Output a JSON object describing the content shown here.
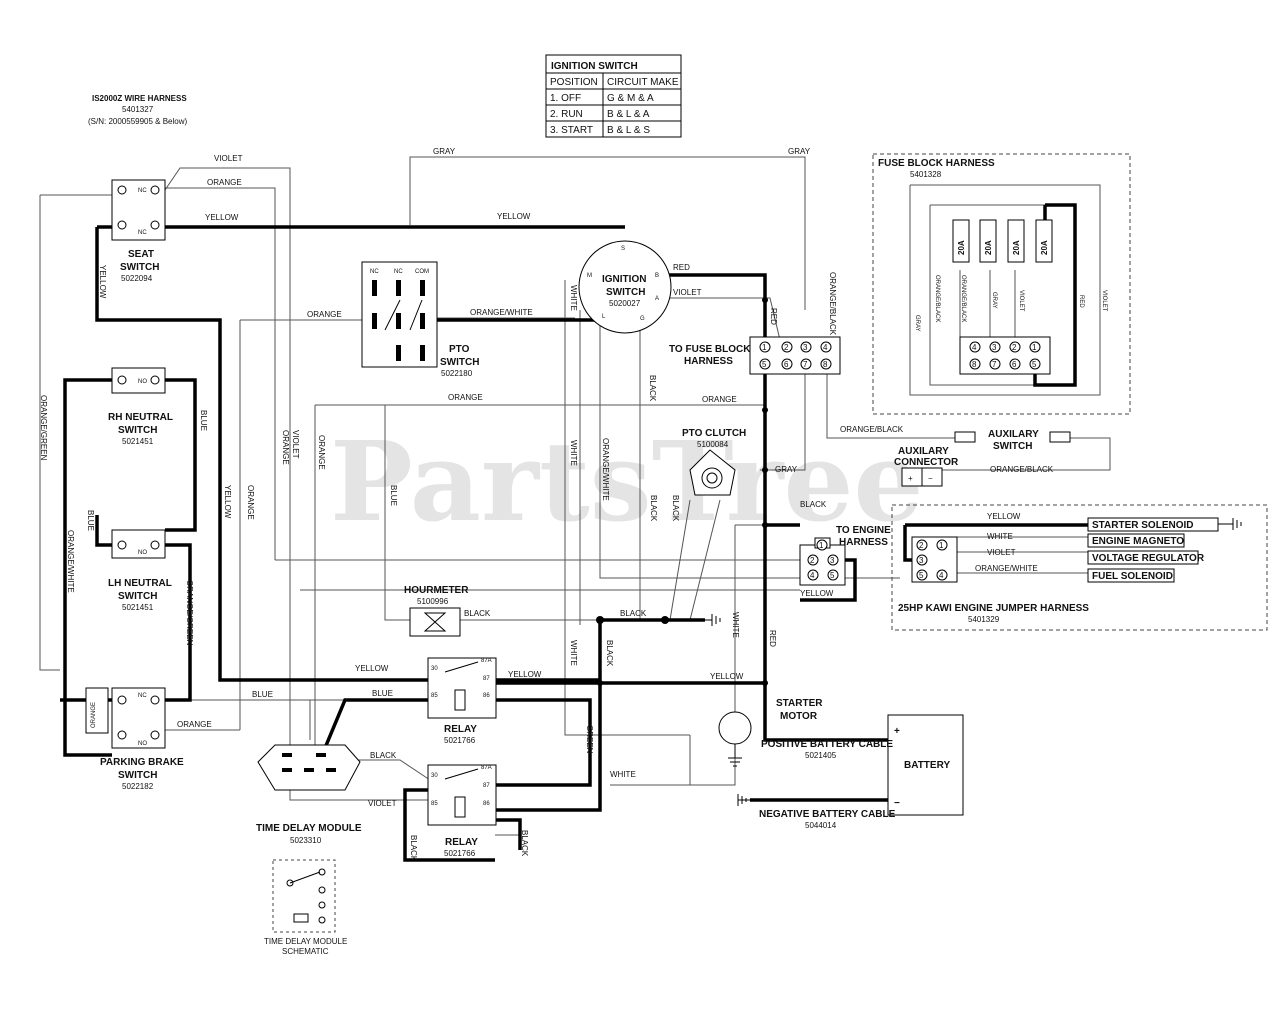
{
  "watermark": "PartsTree",
  "ignition_table": {
    "title": "IGNITION SWITCH",
    "col1": "POSITION",
    "col2": "CIRCUIT MAKE",
    "rows": [
      {
        "pos": "1. OFF",
        "make": "G & M & A"
      },
      {
        "pos": "2. RUN",
        "make": "B & L & A"
      },
      {
        "pos": "3. START",
        "make": "B & L & S"
      }
    ]
  },
  "harness_header": {
    "title": "IS2000Z WIRE HARNESS",
    "part": "5401327",
    "sn": "(S/N: 2000559905 & Below)"
  },
  "components": {
    "seat_switch": {
      "line1": "SEAT",
      "line2": "SWITCH",
      "part": "5022094",
      "nc": "NC"
    },
    "rh_neutral": {
      "line1": "RH NEUTRAL",
      "line2": "SWITCH",
      "part": "5021451",
      "no": "NO"
    },
    "lh_neutral": {
      "line1": "LH NEUTRAL",
      "line2": "SWITCH",
      "part": "5021451",
      "no": "NO"
    },
    "parking_brake": {
      "line1": "PARKING BRAKE",
      "line2": "SWITCH",
      "part": "5022182",
      "nc": "NC",
      "no": "NO",
      "orange": "ORANGE"
    },
    "pto_switch": {
      "line1": "PTO",
      "line2": "SWITCH",
      "part": "5022180",
      "nc": "NC",
      "com": "COM"
    },
    "ignition_switch": {
      "line1": "IGNITION",
      "line2": "SWITCH",
      "part": "5020027",
      "s": "S",
      "m": "M",
      "b": "B",
      "a": "A",
      "l": "L",
      "g": "G"
    },
    "fuse_connector": {
      "line1": "TO FUSE BLOCK",
      "line2": "HARNESS"
    },
    "pto_clutch": {
      "name": "PTO CLUTCH",
      "part": "5100084"
    },
    "hourmeter": {
      "name": "HOURMETER",
      "part": "5100996"
    },
    "relay1": {
      "name": "RELAY",
      "part": "5021766",
      "p30": "30",
      "p87a": "87A",
      "p87": "87",
      "p85": "85",
      "p86": "86"
    },
    "relay2": {
      "name": "RELAY",
      "part": "5021766",
      "p30": "30",
      "p87a": "87A",
      "p87": "87",
      "p85": "85",
      "p86": "86"
    },
    "time_delay": {
      "name": "TIME DELAY MODULE",
      "part": "5023310"
    },
    "td_schematic": {
      "line1": "TIME DELAY MODULE",
      "line2": "SCHEMATIC"
    },
    "starter_motor": {
      "line1": "STARTER",
      "line2": "MOTOR"
    },
    "battery": {
      "name": "BATTERY",
      "plus": "+",
      "minus": "−"
    },
    "pos_cable": {
      "name": "POSITIVE BATTERY CABLE",
      "part": "5021405"
    },
    "neg_cable": {
      "name": "NEGATIVE BATTERY CABLE",
      "part": "5044014"
    },
    "aux_connector": {
      "line1": "AUXILARY",
      "line2": "CONNECTOR",
      "plus": "+",
      "minus": "−"
    },
    "aux_switch": {
      "line1": "AUXILARY",
      "line2": "SWITCH"
    },
    "engine_harness": {
      "line1": "TO ENGINE",
      "line2": "HARNESS"
    },
    "fuse_block": {
      "title": "FUSE BLOCK HARNESS",
      "part": "5401328",
      "fuse": "20A"
    },
    "engine_jumper": {
      "title": "25HP KAWI ENGINE JUMPER HARNESS",
      "part": "5401329"
    },
    "engine_items": [
      "STARTER SOLENOID",
      "ENGINE MAGNETO",
      "VOLTAGE REGULATOR",
      "FUEL SOLENOID"
    ]
  },
  "wire_labels": {
    "violet": "VIOLET",
    "orange": "ORANGE",
    "yellow": "YELLOW",
    "gray": "GRAY",
    "red": "RED",
    "blue": "BLUE",
    "white": "WHITE",
    "black": "BLACK",
    "green": "GREEN",
    "orange_white": "ORANGE/WHITE",
    "orange_black": "ORANGE/BLACK",
    "orange_green": "ORANGE/GREEN"
  },
  "pins": [
    "1",
    "2",
    "3",
    "4",
    "5",
    "6",
    "7",
    "8"
  ]
}
